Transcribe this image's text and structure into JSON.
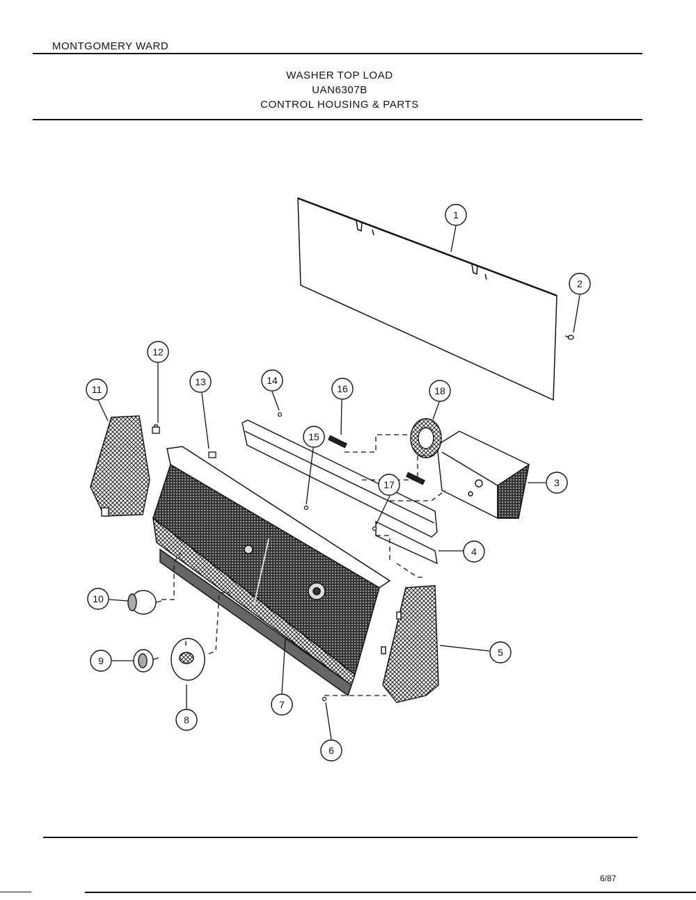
{
  "header": {
    "brand": "MONTGOMERY WARD",
    "title_lines": [
      "WASHER TOP LOAD",
      "UAN6307B",
      "CONTROL HOUSING & PARTS"
    ]
  },
  "footer": {
    "date": "6/87"
  },
  "callouts": [
    "1",
    "2",
    "3",
    "4",
    "5",
    "6",
    "7",
    "8",
    "9",
    "10",
    "11",
    "12",
    "13",
    "14",
    "15",
    "16",
    "17",
    "18"
  ]
}
